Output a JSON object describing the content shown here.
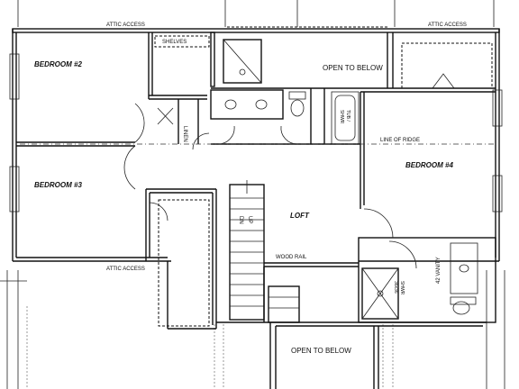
{
  "plan": {
    "rooms": {
      "bedroom2": "BEDROOM #2",
      "bedroom3": "BEDROOM #3",
      "bedroom4": "BEDROOM #4",
      "loft": "LOFT",
      "open_below_top": "OPEN TO BELOW",
      "open_below_bottom": "OPEN TO BELOW"
    },
    "labels": {
      "attic_access_top_left": "ATTIC ACCESS",
      "attic_access_top_right": "ATTIC ACCESS",
      "attic_access_bottom": "ATTIC ACCESS",
      "shelves": "SHELVES",
      "linen": "LINEN",
      "line_of_ridge": "LINE OF RIDGE",
      "wood_rail": "WOOD RAIL",
      "stair_dn": "DN",
      "stair_up": "UP",
      "tub_shower_line1": "SHWR",
      "tub_shower_line2": "TUB /",
      "shower_line1": "SHWR",
      "shower_line2": "36x36",
      "vanity": "42 VANITY"
    }
  }
}
